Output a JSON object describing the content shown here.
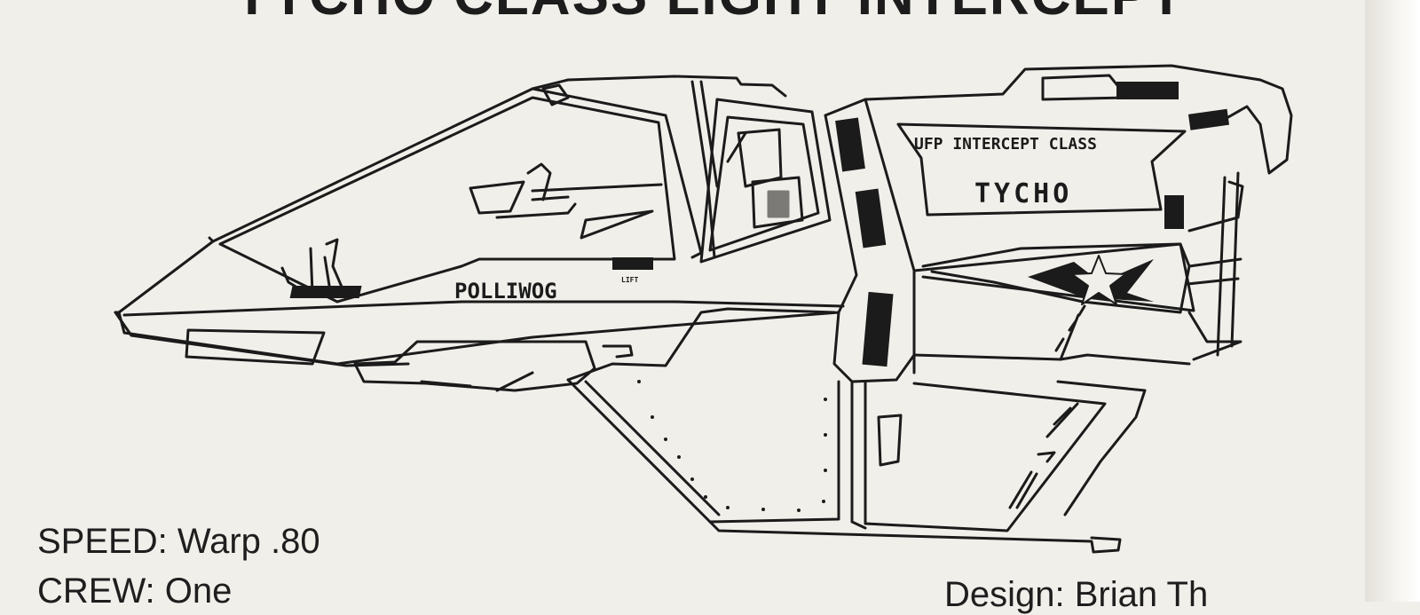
{
  "page": {
    "title": "TYCHO CLASS LIGHT INTERCEPT",
    "background": "#f1efea",
    "ink": "#1b1b1b"
  },
  "ship": {
    "name_label": "POLLIWOG",
    "lift_label": "LIFT",
    "class_label": "UFP INTERCEPT CLASS",
    "ship_name": "TYCHO",
    "insignia": "star-emblem"
  },
  "specs": {
    "speed": "SPEED: Warp .80",
    "crew": "CREW: One",
    "design": "Design: Brian Th"
  }
}
